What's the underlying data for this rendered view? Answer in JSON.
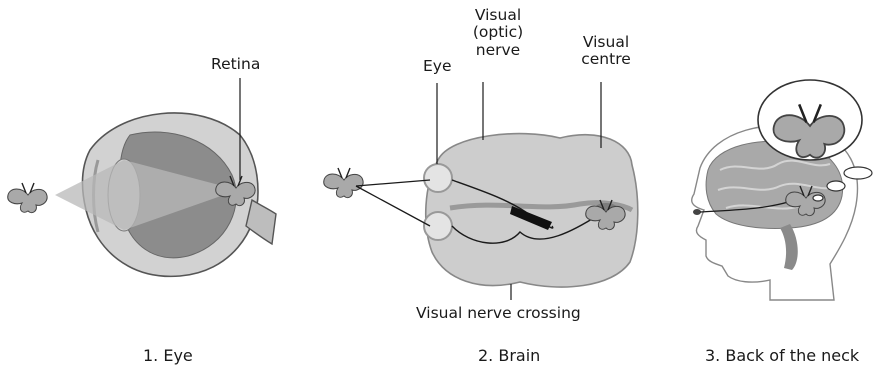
{
  "panels": [
    {
      "caption": "1. Eye",
      "labels": {
        "retina": "Retina"
      }
    },
    {
      "caption": "2. Brain",
      "labels": {
        "eye": "Eye",
        "optic_nerve": "Visual\n(optic)\nnerve",
        "visual_centre": "Visual\ncentre",
        "nerve_crossing": "Visual nerve crossing"
      }
    },
    {
      "caption": "3. Back of the neck"
    }
  ],
  "colors": {
    "outline": "#555555",
    "light_fill": "#d2d2d2",
    "mid_fill": "#a9a9a9",
    "dark_fill": "#7c7c7c",
    "line": "#1a1a1a"
  },
  "icons": [
    "butterfly-icon",
    "thought-bubble-icon"
  ]
}
